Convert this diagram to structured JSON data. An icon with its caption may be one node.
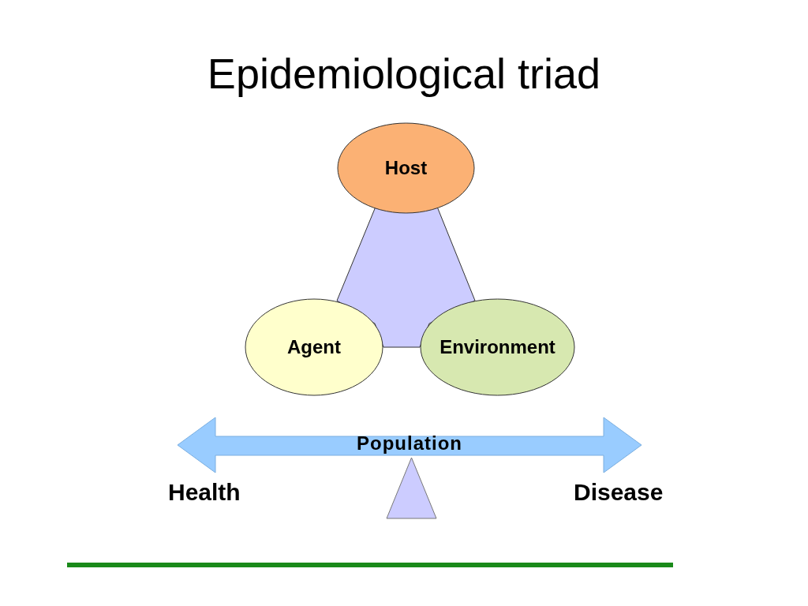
{
  "diagram": {
    "title": "Epidemiological triad",
    "nodes": [
      {
        "text": [
          "Host"
        ]
      },
      {
        "text": [],
        "shape": "triangle"
      },
      {
        "text": [
          "Agent"
        ]
      },
      {
        "text": [
          "Environment"
        ]
      },
      {
        "text": [
          "Population"
        ]
      },
      {
        "text": [],
        "shape": "triangle"
      }
    ],
    "labels": [
      "Health",
      "Disease"
    ]
  }
}
